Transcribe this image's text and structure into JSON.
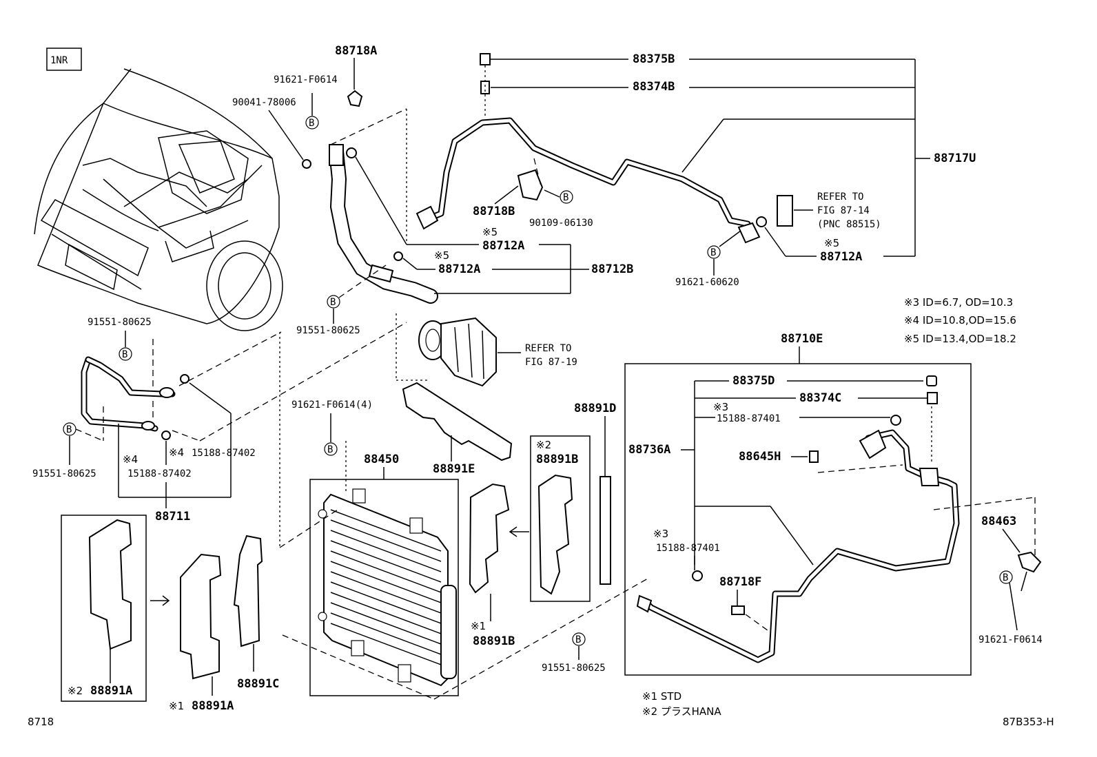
{
  "engine_badge": "1NR",
  "figure_number": "8718",
  "diagram_code": "87B353-H",
  "parts": {
    "p88718A": "88718A",
    "p91621_F0614_top": "91621-F0614",
    "p90041_78006": "90041-78006",
    "p88375B": "88375B",
    "p88374B": "88374B",
    "p88717U": "88717U",
    "p88718B": "88718B",
    "p90109_06130": "90109-06130",
    "p88712A_1": "88712A",
    "p88712A_2": "88712A",
    "p88712A_3": "88712A",
    "p88712B": "88712B",
    "p91621_60620": "91621-60620",
    "p91551_80625_a": "91551-80625",
    "p91551_80625_b": "91551-80625",
    "p91551_80625_c": "91551-80625",
    "p91551_80625_d": "91551-80625",
    "p15188_87402_a": "15188-87402",
    "p15188_87402_b": "15188-87402",
    "p88711": "88711",
    "p91621_F0614_4": "91621-F0614(4)",
    "p88450": "88450",
    "p88891E": "88891E",
    "p88891D": "88891D",
    "p88891B_2": "88891B",
    "p88891B_1": "88891B",
    "p88891A_2": "88891A",
    "p88891A_1": "88891A",
    "p88891C": "88891C",
    "p88710E": "88710E",
    "p88375D": "88375D",
    "p88374C": "88374C",
    "p15188_87401_a": "15188-87401",
    "p15188_87401_b": "15188-87401",
    "p88736A": "88736A",
    "p88645H": "88645H",
    "p88718F": "88718F",
    "p88463": "88463",
    "p91621_F0614_right": "91621-F0614"
  },
  "marks": {
    "m5": "※5",
    "m4": "※4",
    "m3": "※3",
    "m2": "※2",
    "m1": "※1"
  },
  "refer_1": [
    "REFER TO",
    "FIG 87-14",
    "(PNC 88515)"
  ],
  "refer_2": [
    "REFER TO",
    "FIG 87-19"
  ],
  "spec_notes": [
    "※3  ID=6.7, OD=10.3",
    "※4  ID=10.8,OD=15.6",
    "※5  ID=13.4,OD=18.2"
  ],
  "legend": [
    "※1 STD",
    "※2 プラスHANA"
  ],
  "bolt_symbol": "B"
}
